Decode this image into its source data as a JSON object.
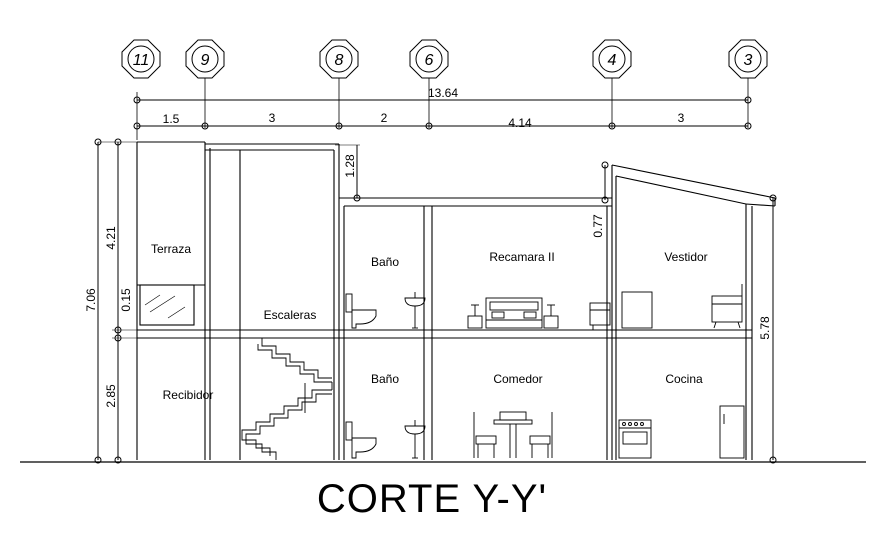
{
  "title": "CORTE Y-Y'",
  "axes": [
    "11",
    "9",
    "8",
    "6",
    "4",
    "3"
  ],
  "dimensions": {
    "total": "13.64",
    "spans": [
      "1.5",
      "3",
      "2",
      "4.14",
      "3"
    ],
    "stair_top": "1.28",
    "roof_offset": "0.77",
    "left_total": "7.06",
    "left_upper": "4.21",
    "left_slab": "0.15",
    "left_lower": "2.85",
    "right_total": "5.78"
  },
  "rooms": {
    "terraza": "Terraza",
    "escaleras": "Escaleras",
    "recibidor": "Recibidor",
    "bano_upper": "Baño",
    "bano_lower": "Baño",
    "recamara": "Recamara II",
    "comedor": "Comedor",
    "vestidor": "Vestidor",
    "cocina": "Cocina"
  }
}
